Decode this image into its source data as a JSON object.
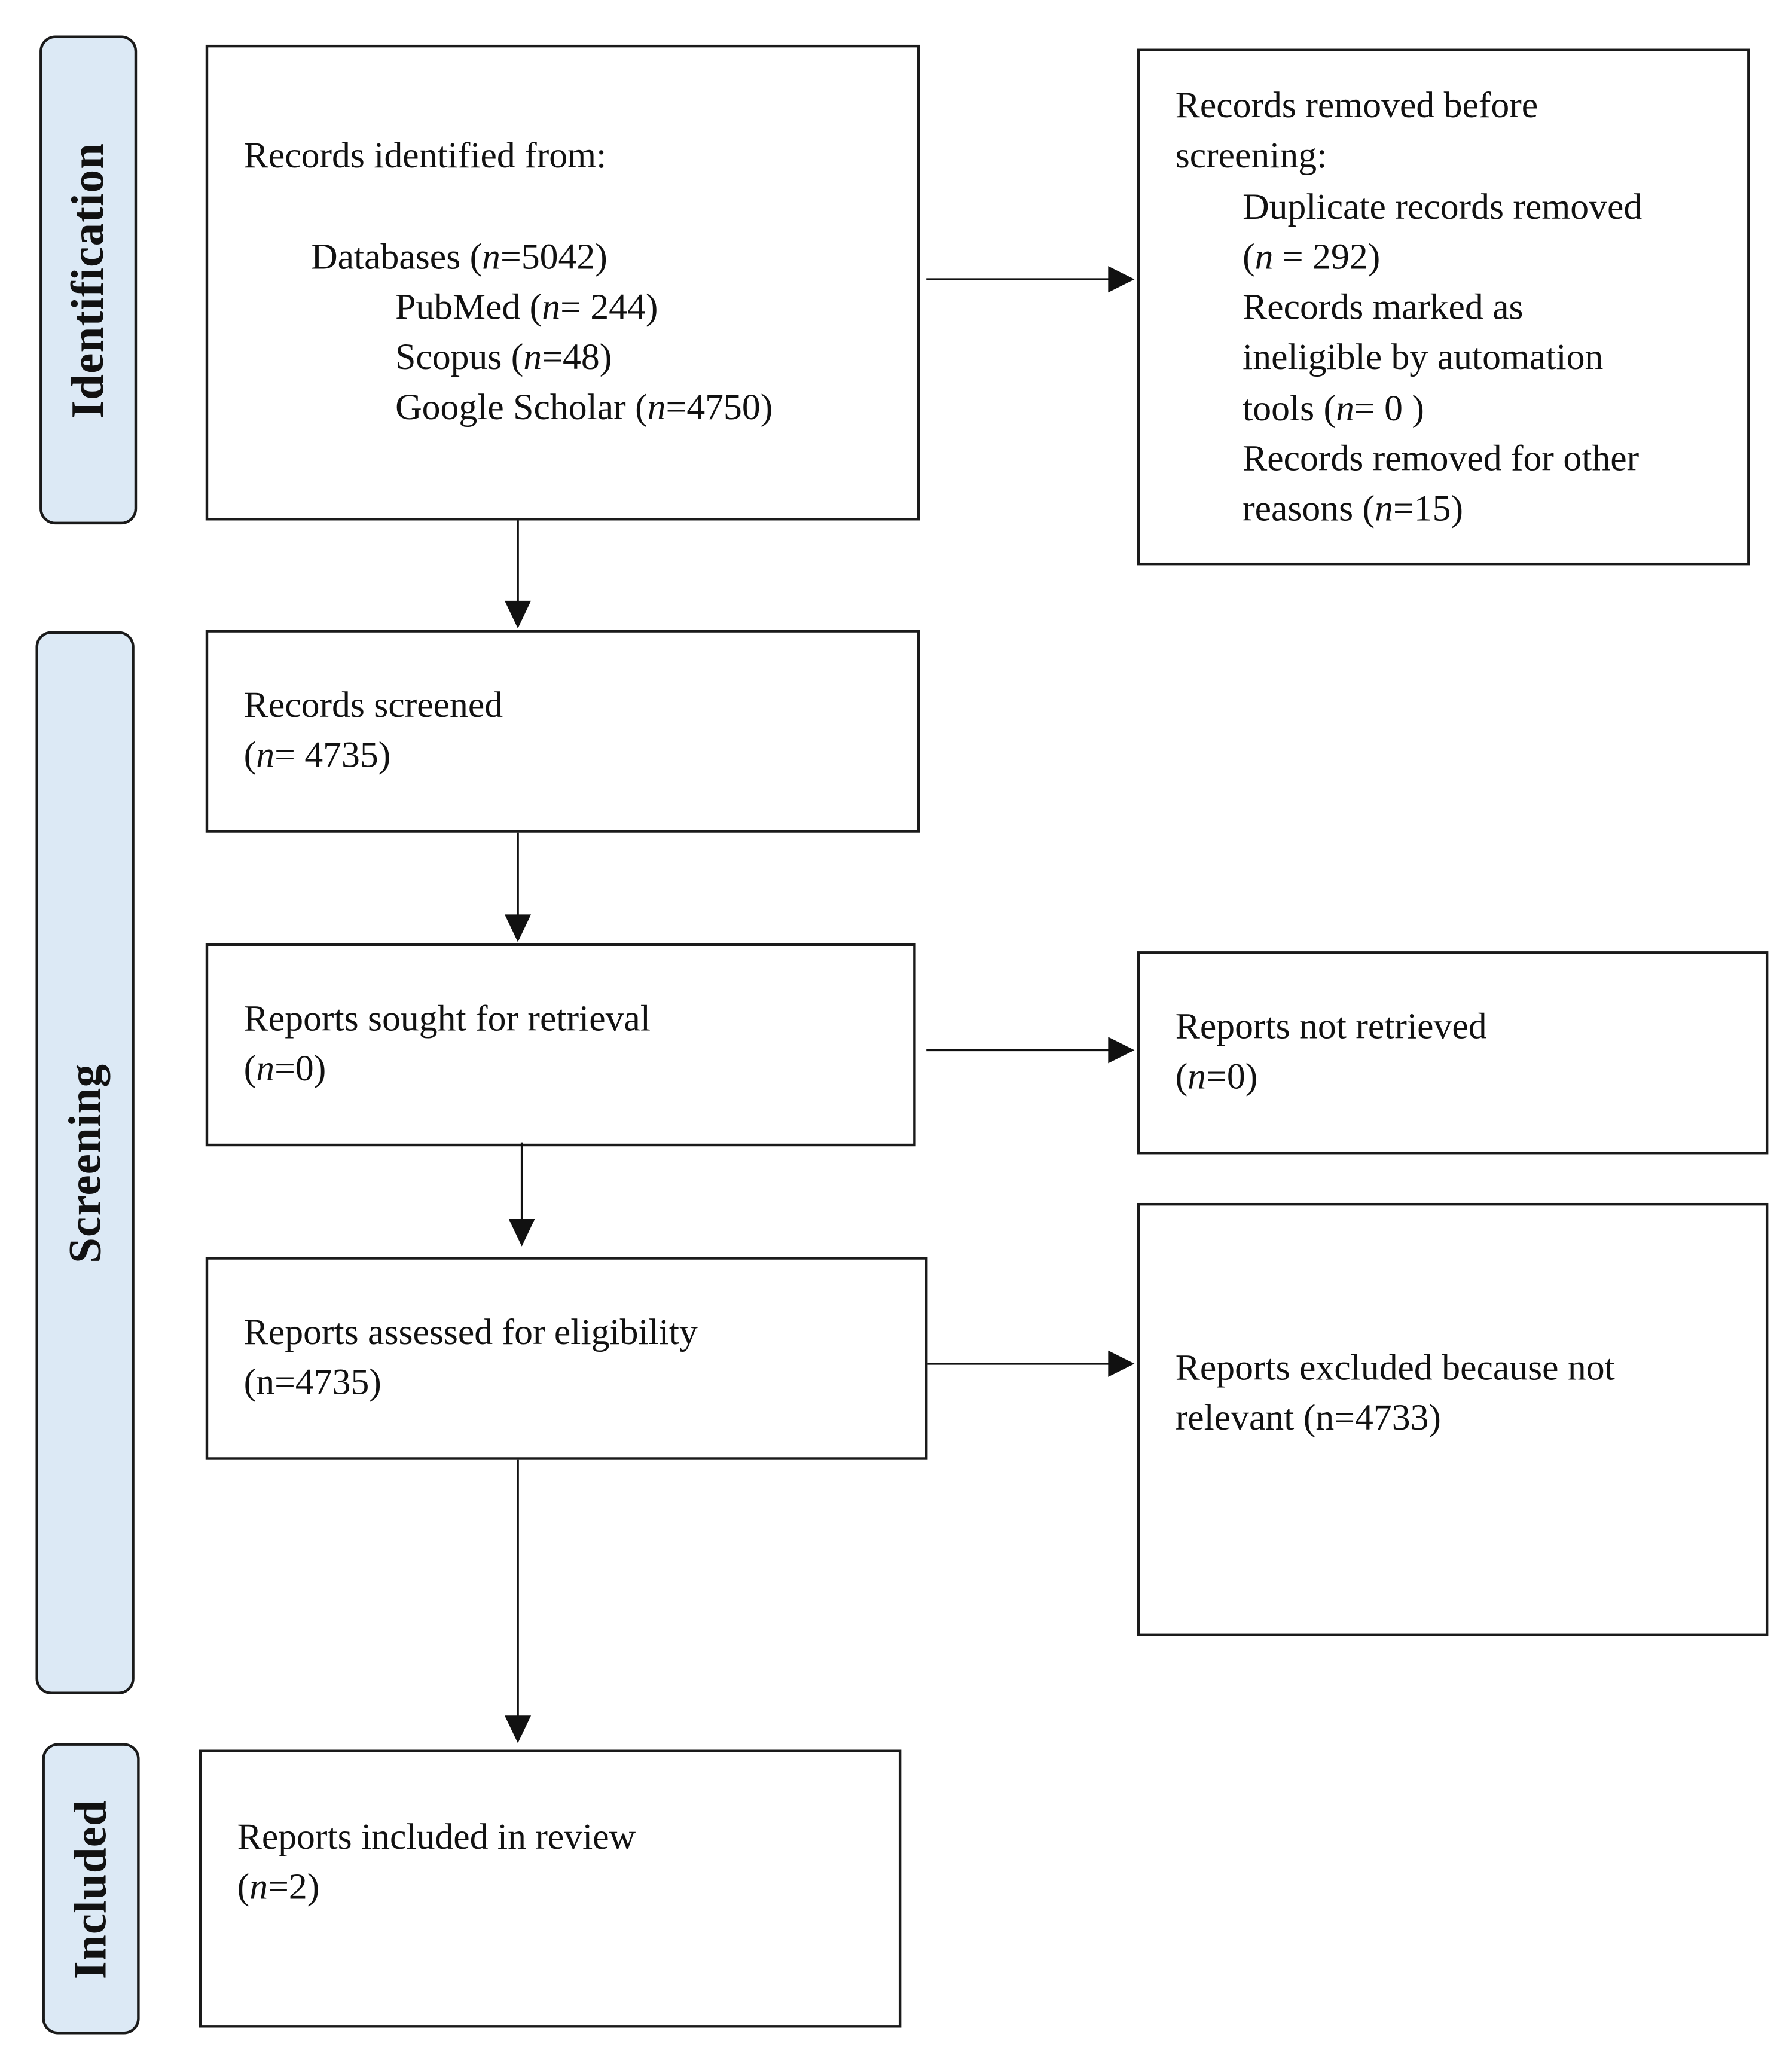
{
  "phases": {
    "identification": "Identification",
    "screening": "Screening",
    "included": "Included"
  },
  "boxes": {
    "identified": {
      "lines": [
        {
          "indent": 0,
          "parts": [
            "Records identified from:"
          ]
        },
        {
          "indent": 0,
          "parts": [
            ""
          ]
        },
        {
          "indent": 1,
          "parts": [
            "Databases (",
            {
              "it": "n"
            },
            "=5042)"
          ]
        },
        {
          "indent": 2,
          "parts": [
            "PubMed (",
            {
              "it": "n"
            },
            "= 244)"
          ]
        },
        {
          "indent": 2,
          "parts": [
            "Scopus (",
            {
              "it": "n"
            },
            "=48)"
          ]
        },
        {
          "indent": 2,
          "parts": [
            "Google Scholar (",
            {
              "it": "n"
            },
            "=4750)"
          ]
        }
      ]
    },
    "removed": {
      "lines": [
        {
          "indent": 0,
          "parts": [
            "Records removed before"
          ]
        },
        {
          "indent": 0,
          "parts": [
            "screening:"
          ]
        },
        {
          "indent": 1,
          "parts": [
            "Duplicate records removed"
          ]
        },
        {
          "indent": 1,
          "parts": [
            "(",
            {
              "it": "n"
            },
            " = 292)"
          ]
        },
        {
          "indent": 1,
          "parts": [
            "Records marked as"
          ]
        },
        {
          "indent": 1,
          "parts": [
            "ineligible by automation"
          ]
        },
        {
          "indent": 1,
          "parts": [
            "tools (",
            {
              "it": "n"
            },
            "= 0 )"
          ]
        },
        {
          "indent": 1,
          "parts": [
            "Records removed for other"
          ]
        },
        {
          "indent": 1,
          "parts": [
            "reasons (",
            {
              "it": "n"
            },
            "=15)"
          ]
        }
      ]
    },
    "screened": {
      "lines": [
        {
          "indent": 0,
          "parts": [
            "Records screened"
          ]
        },
        {
          "indent": 0,
          "parts": [
            "(",
            {
              "it": "n"
            },
            "= 4735)"
          ]
        }
      ]
    },
    "sought": {
      "lines": [
        {
          "indent": 0,
          "parts": [
            "Reports sought for retrieval"
          ]
        },
        {
          "indent": 0,
          "parts": [
            "(",
            {
              "it": "n"
            },
            "=0)"
          ]
        }
      ]
    },
    "not_retrieved": {
      "lines": [
        {
          "indent": 0,
          "parts": [
            "Reports not retrieved"
          ]
        },
        {
          "indent": 0,
          "parts": [
            "(",
            {
              "it": "n"
            },
            "=0)"
          ]
        }
      ]
    },
    "assessed": {
      "lines": [
        {
          "indent": 0,
          "parts": [
            "Reports assessed for eligibility"
          ]
        },
        {
          "indent": 0,
          "parts": [
            "(n=4735)"
          ]
        }
      ]
    },
    "excluded": {
      "lines": [
        {
          "indent": 0,
          "parts": [
            "Reports excluded because not"
          ]
        },
        {
          "indent": 0,
          "parts": [
            "relevant (n=4733)"
          ]
        }
      ]
    },
    "included": {
      "lines": [
        {
          "indent": 0,
          "parts": [
            "Reports included in review"
          ]
        },
        {
          "indent": 0,
          "parts": [
            "(",
            {
              "it": "n"
            },
            "=2)"
          ]
        }
      ]
    }
  },
  "colors": {
    "phase_fill": "#dce9f5",
    "stroke": "#1a1a1a"
  }
}
